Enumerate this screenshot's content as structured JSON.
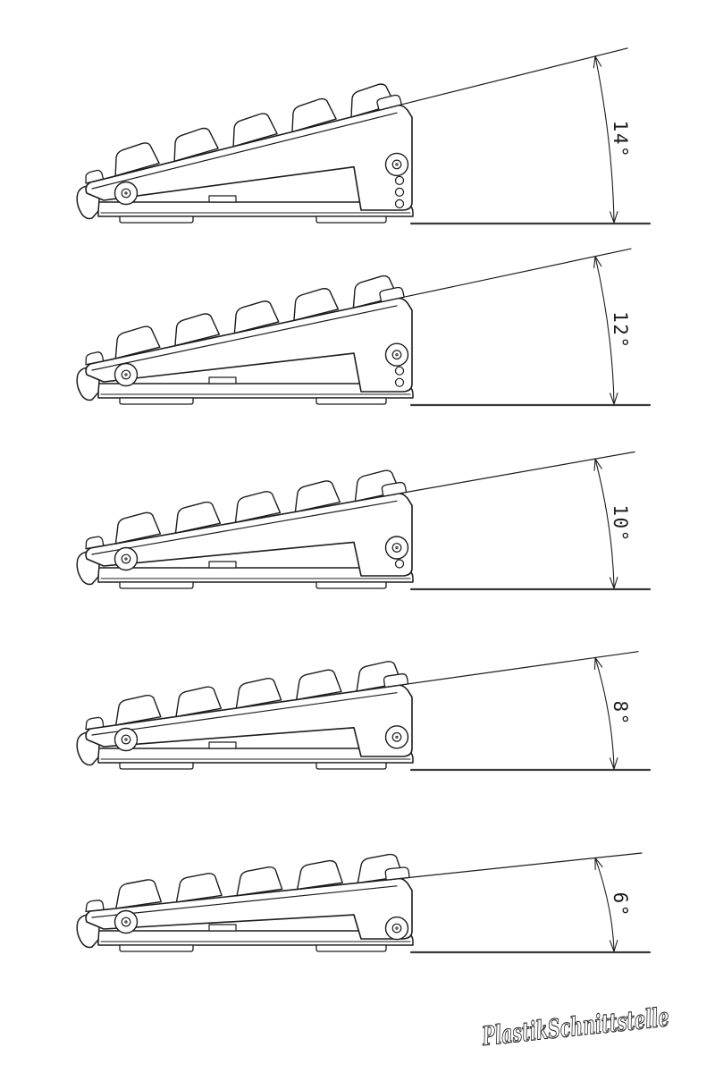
{
  "diagram": {
    "background": "#ffffff",
    "stroke_color": "#1c1c1c",
    "ground_color": "#3a3a3a",
    "description": "keyboard-typing-angle-comparison",
    "sections": [
      {
        "angle_deg": 14,
        "angle_label": "14°"
      },
      {
        "angle_deg": 12,
        "angle_label": "12°"
      },
      {
        "angle_deg": 10,
        "angle_label": "10°"
      },
      {
        "angle_deg": 8,
        "angle_label": "8°"
      },
      {
        "angle_deg": 6,
        "angle_label": "6°"
      }
    ],
    "signature": "PlastikSchnittstelle"
  }
}
